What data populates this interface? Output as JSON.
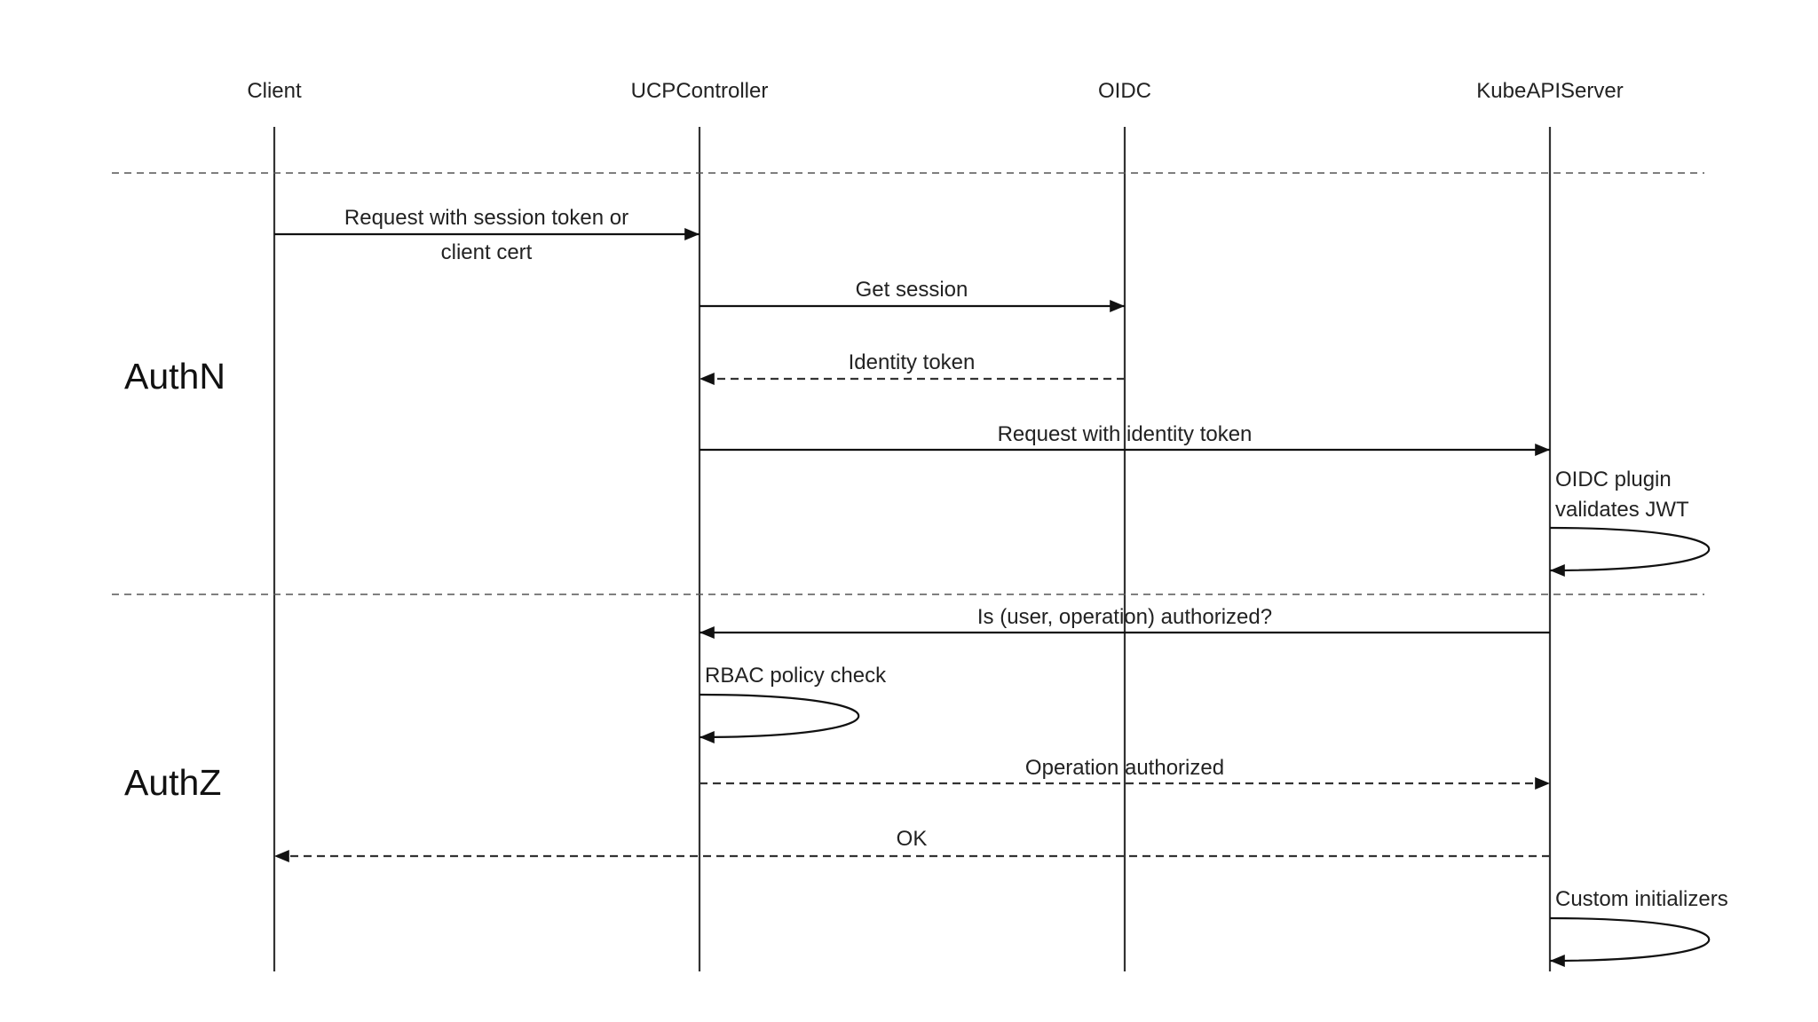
{
  "participants": [
    {
      "id": "client",
      "label": "Client"
    },
    {
      "id": "ucp",
      "label": "UCPController"
    },
    {
      "id": "oidc",
      "label": "OIDC"
    },
    {
      "id": "kube",
      "label": "KubeAPIServer"
    }
  ],
  "phases": [
    {
      "id": "authn",
      "label": "AuthN"
    },
    {
      "id": "authz",
      "label": "AuthZ"
    }
  ],
  "messages": [
    {
      "id": "m1",
      "from": "client",
      "to": "ucp",
      "style": "solid",
      "lines": [
        "Request with session token or",
        "client cert"
      ]
    },
    {
      "id": "m2",
      "from": "ucp",
      "to": "oidc",
      "style": "solid",
      "lines": [
        "Get session"
      ]
    },
    {
      "id": "m3",
      "from": "oidc",
      "to": "ucp",
      "style": "dashed",
      "lines": [
        "Identity token"
      ]
    },
    {
      "id": "m4",
      "from": "ucp",
      "to": "kube",
      "style": "solid",
      "lines": [
        "Request with identity token"
      ]
    },
    {
      "id": "m5",
      "from": "kube",
      "to": "kube",
      "style": "self",
      "lines": [
        "OIDC plugin",
        "validates JWT"
      ]
    },
    {
      "id": "m6",
      "from": "kube",
      "to": "ucp",
      "style": "solid",
      "lines": [
        "Is (user, operation) authorized?"
      ]
    },
    {
      "id": "m7",
      "from": "ucp",
      "to": "ucp",
      "style": "self",
      "lines": [
        "RBAC policy check"
      ]
    },
    {
      "id": "m8",
      "from": "ucp",
      "to": "kube",
      "style": "dashed",
      "lines": [
        "Operation authorized"
      ]
    },
    {
      "id": "m9",
      "from": "kube",
      "to": "client",
      "style": "dashed",
      "lines": [
        "OK"
      ]
    },
    {
      "id": "m10",
      "from": "kube",
      "to": "kube",
      "style": "self",
      "lines": [
        "Custom initializers"
      ]
    }
  ]
}
